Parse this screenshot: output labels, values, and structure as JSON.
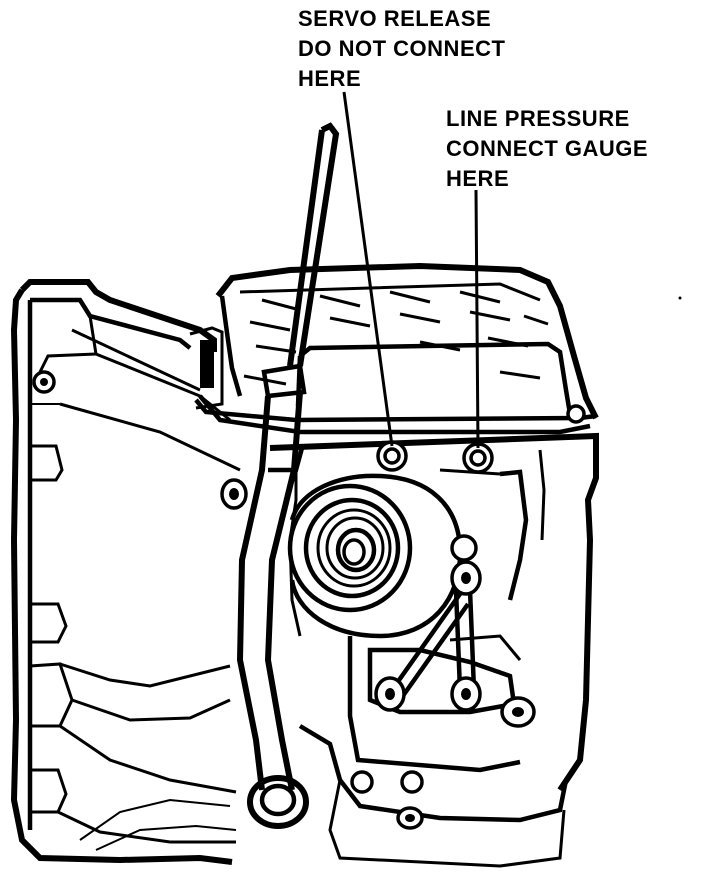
{
  "callouts": {
    "servo_release": {
      "lines": [
        "SERVO RELEASE",
        "DO NOT CONNECT",
        "HERE"
      ]
    },
    "line_pressure": {
      "lines": [
        "LINE PRESSURE",
        "CONNECT GAUGE",
        "HERE"
      ]
    }
  },
  "colors": {
    "ink": "#000000",
    "paper": "#ffffff"
  }
}
